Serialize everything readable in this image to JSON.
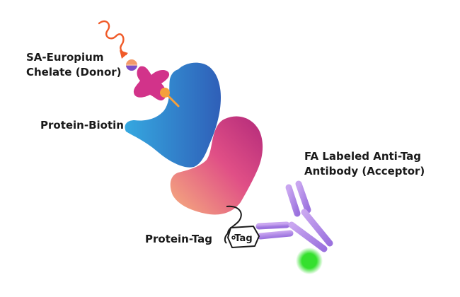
{
  "diagram": {
    "labels": {
      "donor": [
        "SA-Europium",
        "Chelate (Donor)"
      ],
      "protein_biotin": "Protein-Biotin",
      "acceptor": [
        "FA Labeled Anti-Tag",
        "Antibody (Acceptor)"
      ],
      "protein_tag": "Protein-Tag",
      "tag": "Tag"
    },
    "colors": {
      "excitation_arrow": "#f05a28",
      "donor_complex": "#d2338a",
      "biotin": "#f5a03c",
      "protein_biotin_start": "#35a8e0",
      "protein_biotin_end": "#2f5fb8",
      "protein_tag_start": "#f6b07e",
      "protein_tag_end": "#c4317c",
      "antibody": "#b48ae6",
      "fluorophore": "#35e02e",
      "ink": "#1a1a1a"
    }
  }
}
